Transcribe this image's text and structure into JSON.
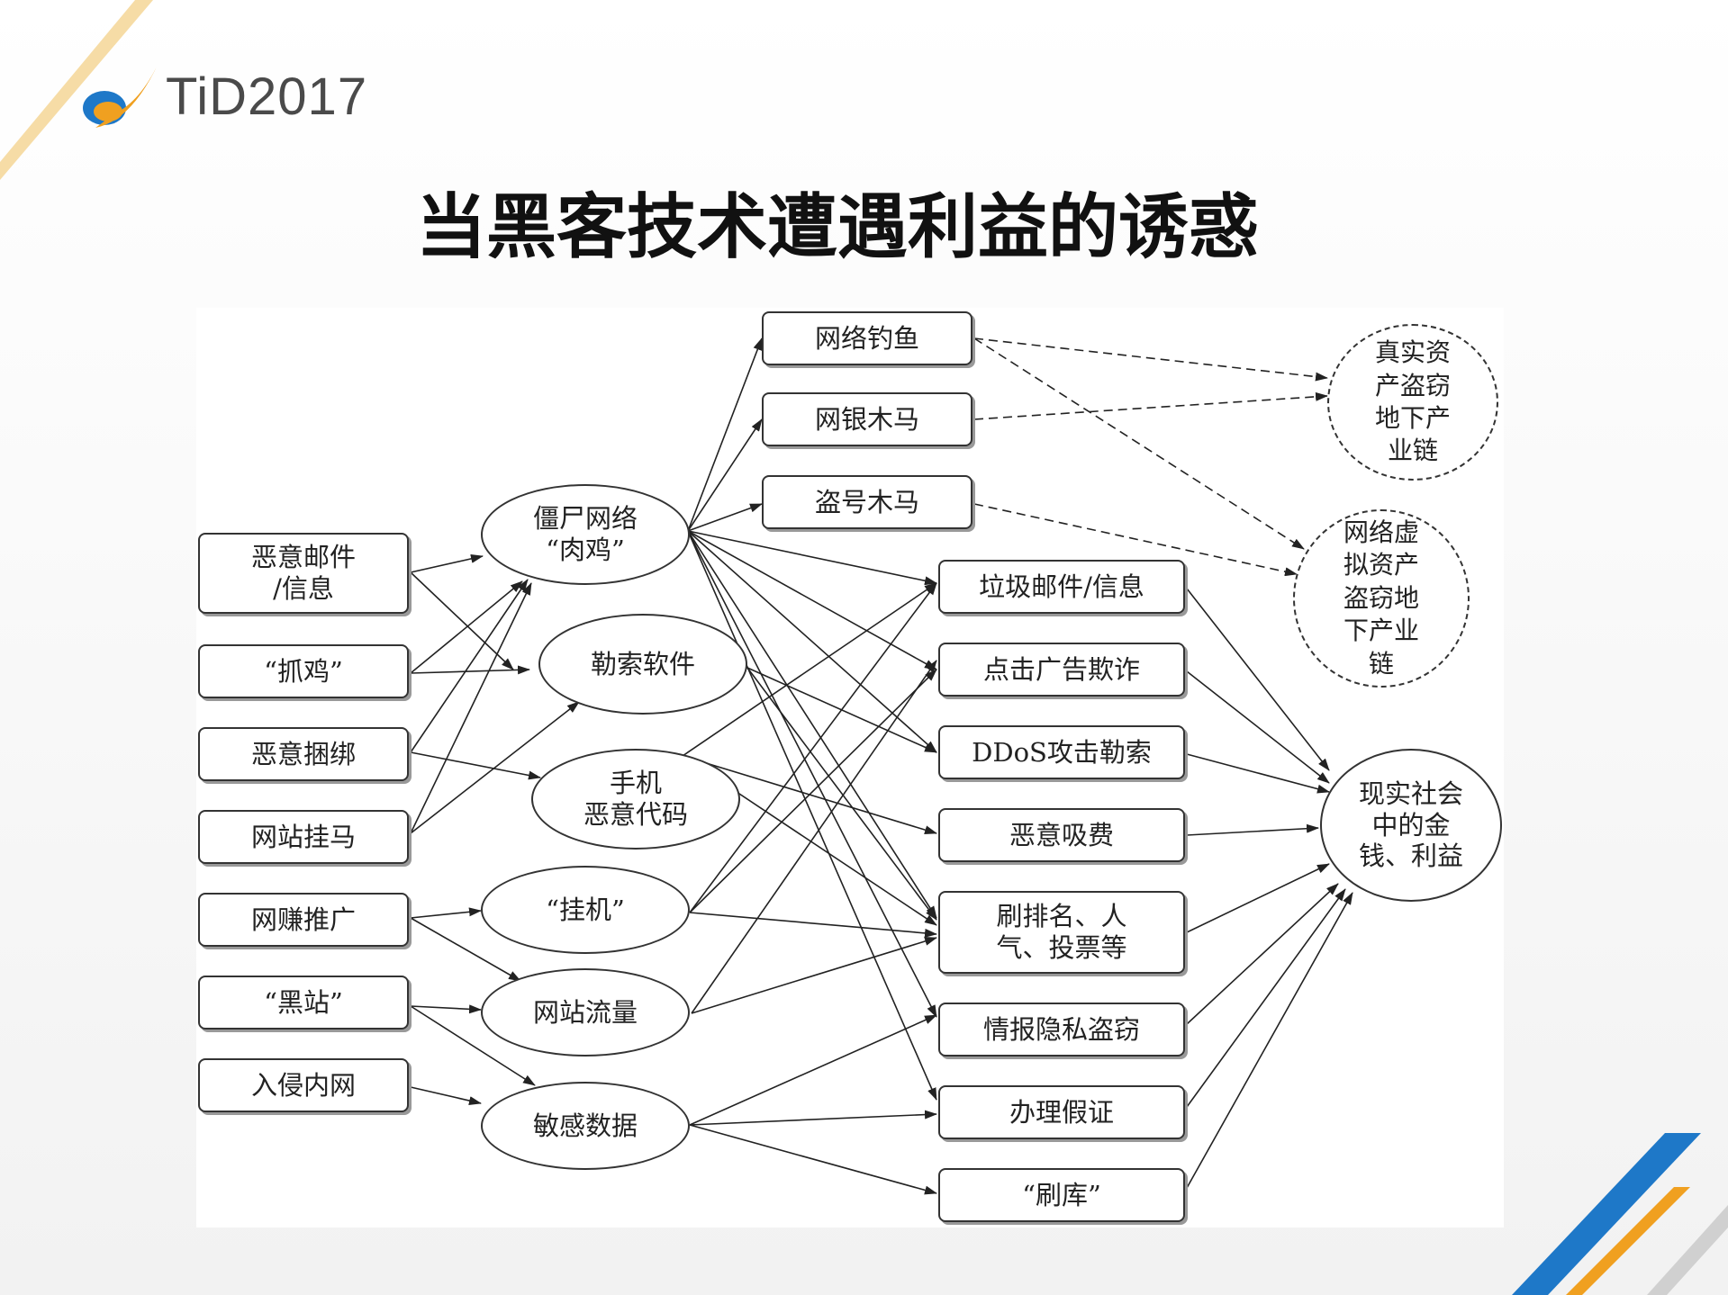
{
  "logo": {
    "text": "TiD2017"
  },
  "title": "当黑客技术遭遇利益的诱惑",
  "colors": {
    "accent_blue": "#1e78c8",
    "accent_orange": "#f0a020",
    "stripe_light": "#f6dca6"
  },
  "diagram": {
    "sources": {
      "email": "恶意邮件\n/信息",
      "zhuaji": "“抓鸡”",
      "bundle": "恶意捆绑",
      "webtrojan": "网站挂马",
      "promo": "网赚推广",
      "blacksite": "“黑站”",
      "intrude": "入侵内网"
    },
    "middle": {
      "botnet": "僵尸网络\n“肉鸡”",
      "ransom": "勒索软件",
      "mobile": "手机\n恶意代码",
      "hang": "“挂机”",
      "traffic": "网站流量",
      "sensitive": "敏感数据"
    },
    "top": {
      "phishing": "网络钓鱼",
      "banktrojan": "网银木马",
      "accounttrojan": "盗号木马"
    },
    "outcomes": {
      "spam": "垃圾邮件/信息",
      "clickfraud": "点击广告欺诈",
      "ddos": "DDoS攻击勒索",
      "premium": "恶意吸费",
      "ranking": "刷排名、人\n气、投票等",
      "privacy": "情报隐私盗窃",
      "fakecert": "办理假证",
      "dbdump": "“刷库”"
    },
    "ends": {
      "realasset": "真实资\n产盗窃\n地下产\n业链",
      "virtualasset": "网络虚\n拟资产\n盗窃地\n下产业\n链",
      "money": "现实社会\n中的金\n钱、利益"
    }
  }
}
